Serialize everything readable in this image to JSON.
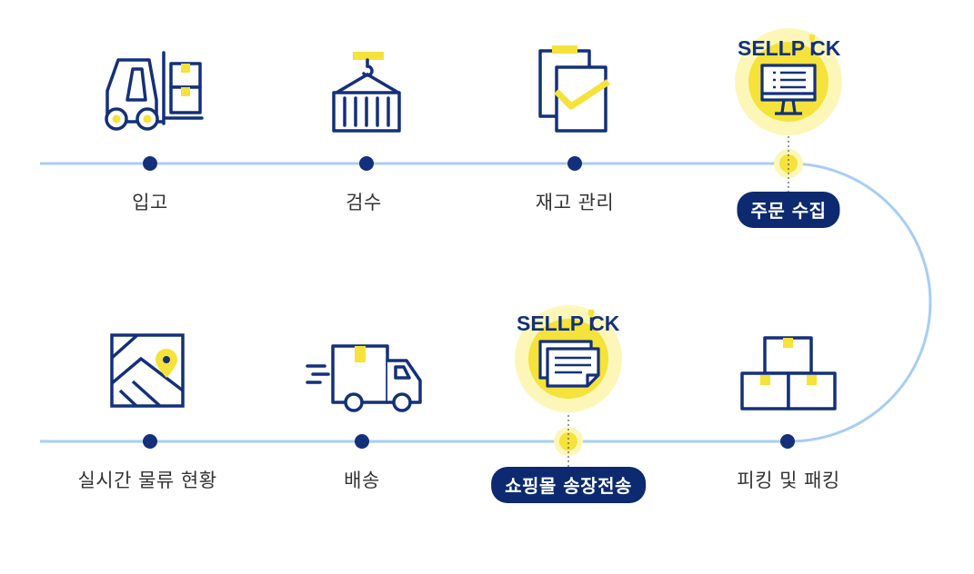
{
  "colors": {
    "navy": "#14307a",
    "line": "#a7cdf5",
    "yellow": "#f5e23a",
    "halo": "#fcf7b8",
    "text": "#333333",
    "pill_bg": "#0d2a70"
  },
  "brand": {
    "logo_text": "SELLPICK",
    "part1": "SELL",
    "part2": "P",
    "part3": "CK"
  },
  "steps_top": [
    {
      "label": "입고",
      "icon": "forklift-icon"
    },
    {
      "label": "검수",
      "icon": "container-icon"
    },
    {
      "label": "재고 관리",
      "icon": "clipboard-check-icon"
    },
    {
      "label": "주문 수집",
      "icon": "monitor-icon",
      "highlight": true
    }
  ],
  "steps_bottom": [
    {
      "label": "실시간 물류 현황",
      "icon": "map-pin-icon"
    },
    {
      "label": "배송",
      "icon": "truck-icon"
    },
    {
      "label": "쇼핑몰 송장전송",
      "icon": "documents-icon",
      "highlight": true
    },
    {
      "label": "피킹 및 패킹",
      "icon": "boxes-icon"
    }
  ]
}
